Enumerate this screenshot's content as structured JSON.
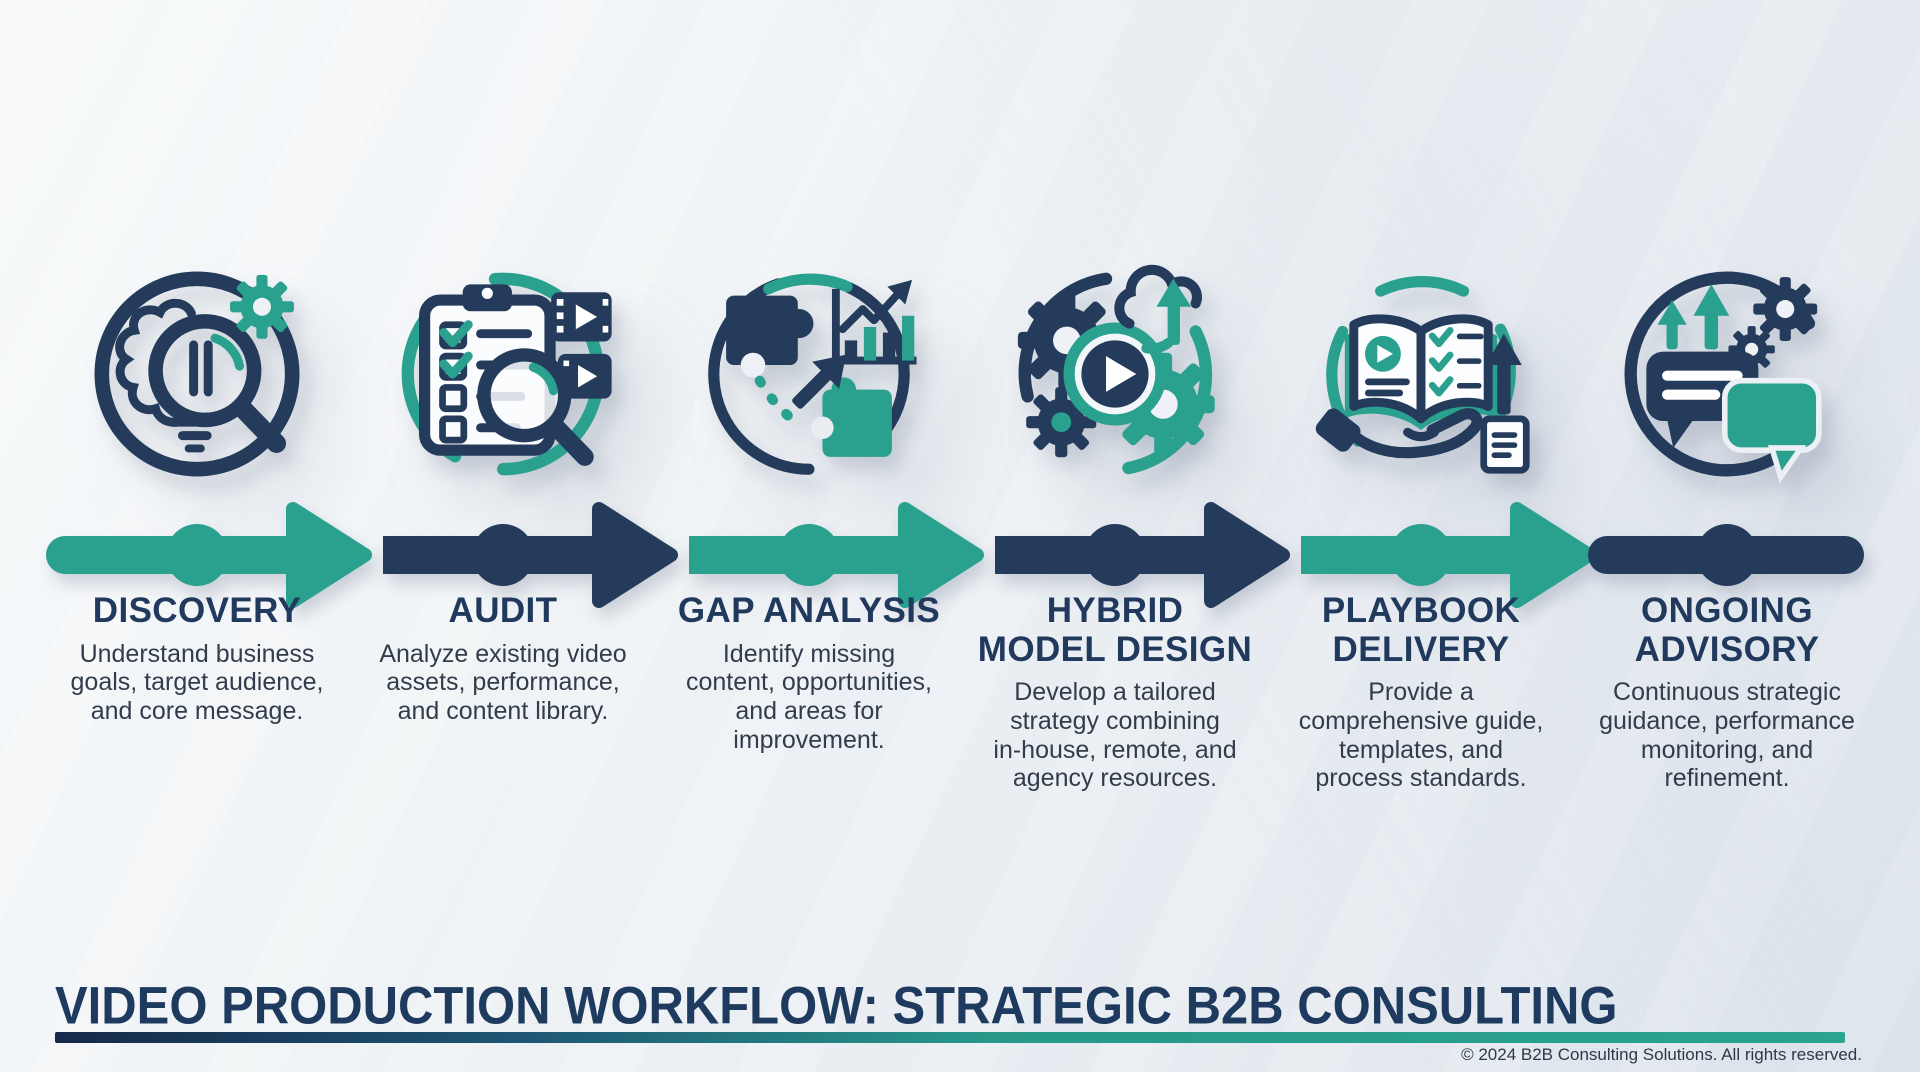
{
  "colors": {
    "navy": "#243b5c",
    "teal": "#2aa08f",
    "title_navy": "#1e3a5e",
    "body_text": "#323d4b",
    "background": "#edf1f5"
  },
  "stages": [
    {
      "title": "DISCOVERY",
      "description": "Understand business\ngoals, target audience,\nand core message.",
      "icon": "brain-magnifier-gear-icon",
      "arrow_color": "teal"
    },
    {
      "title": "AUDIT",
      "description": "Analyze existing video\nassets, performance,\nand content library.",
      "icon": "clipboard-checklist-video-magnifier-icon",
      "arrow_color": "navy"
    },
    {
      "title": "GAP ANALYSIS",
      "description": "Identify missing\ncontent, opportunities,\nand areas for\nimprovement.",
      "icon": "puzzle-pieces-bar-chart-icon",
      "arrow_color": "teal"
    },
    {
      "title": "HYBRID\nMODEL DESIGN",
      "description": "Develop a tailored\nstrategy combining\nin-house, remote, and\nagency resources.",
      "icon": "gears-play-cloud-icon",
      "arrow_color": "navy"
    },
    {
      "title": "PLAYBOOK\nDELIVERY",
      "description": "Provide a\ncomprehensive guide,\ntemplates, and\nprocess standards.",
      "icon": "open-book-hand-arrow-document-icon",
      "arrow_color": "teal"
    },
    {
      "title": "ONGOING\nADVISORY",
      "description": "Continuous strategic\nguidance, performance\nmonitoring, and\nrefinement.",
      "icon": "chat-bubbles-arrows-gears-icon",
      "arrow_color": "navy"
    }
  ],
  "timeline": {
    "segment_colors": [
      "teal",
      "navy",
      "teal",
      "navy",
      "teal",
      "navy"
    ],
    "direction": "left-to-right"
  },
  "footer": {
    "title": "VIDEO PRODUCTION WORKFLOW: STRATEGIC B2B CONSULTING",
    "copyright": "© 2024 B2B Consulting Solutions. All rights reserved."
  }
}
